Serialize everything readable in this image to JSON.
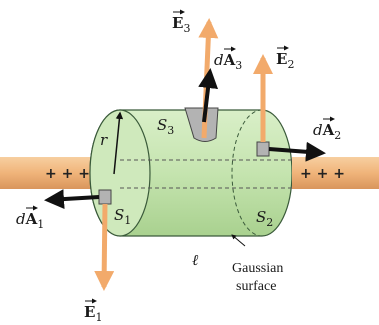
{
  "colors": {
    "rod": "#f0b47a",
    "rod_edge": "#d4925a",
    "cylinder_fill": "#c8e6b4",
    "cylinder_edge": "#3a5a3a",
    "field_arrow": "#f2aa6b",
    "area_arrow": "#111111",
    "patch": "#b3b3b3"
  },
  "labels": {
    "E3": {
      "symbol": "E",
      "sub": "3"
    },
    "E2": {
      "symbol": "E",
      "sub": "2"
    },
    "E1": {
      "symbol": "E",
      "sub": "1"
    },
    "dA3": {
      "prefix": "d",
      "symbol": "A",
      "sub": "3"
    },
    "dA2": {
      "prefix": "d",
      "symbol": "A",
      "sub": "2"
    },
    "dA1": {
      "prefix": "d",
      "symbol": "A",
      "sub": "1"
    },
    "S3": {
      "symbol": "S",
      "sub": "3"
    },
    "S2": {
      "symbol": "S",
      "sub": "2"
    },
    "S1": {
      "symbol": "S",
      "sub": "1"
    },
    "r": "r",
    "ell": "ℓ",
    "charges_left": "+ + +",
    "charges_right": "+ + +",
    "gaussian_line1": "Gaussian",
    "gaussian_line2": "surface"
  }
}
